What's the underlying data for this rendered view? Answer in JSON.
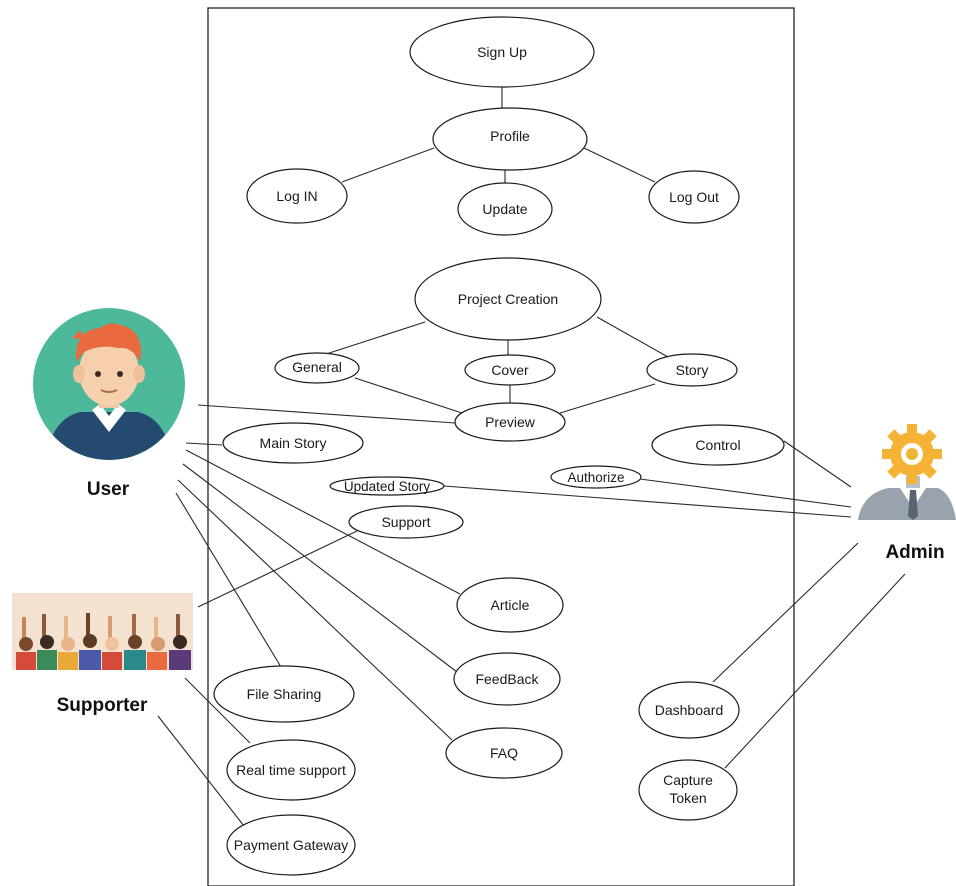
{
  "actors": {
    "user": {
      "label": "User",
      "face_color": "#4db89a"
    },
    "supporter": {
      "label": "Supporter"
    },
    "admin": {
      "label": "Admin",
      "gear_color": "#f5b335"
    }
  },
  "use_cases": {
    "sign_up": "Sign Up",
    "profile": "Profile",
    "log_in": "Log IN",
    "update": "Update",
    "log_out": "Log Out",
    "project_creation": "Project Creation",
    "general": "General",
    "cover": "Cover",
    "story": "Story",
    "preview": "Preview",
    "main_story": "Main Story",
    "control": "Control",
    "updated_story": "Updated Story",
    "authorize": "Authorize",
    "support": "Support",
    "article": "Article",
    "feedback": "FeedBack",
    "file_sharing": "File Sharing",
    "faq": "FAQ",
    "real_time_support": "Real time support",
    "dashboard": "Dashboard",
    "capture_token_line1": "Capture",
    "capture_token_line2": "Token",
    "payment_gateway": "Payment Gateway"
  }
}
